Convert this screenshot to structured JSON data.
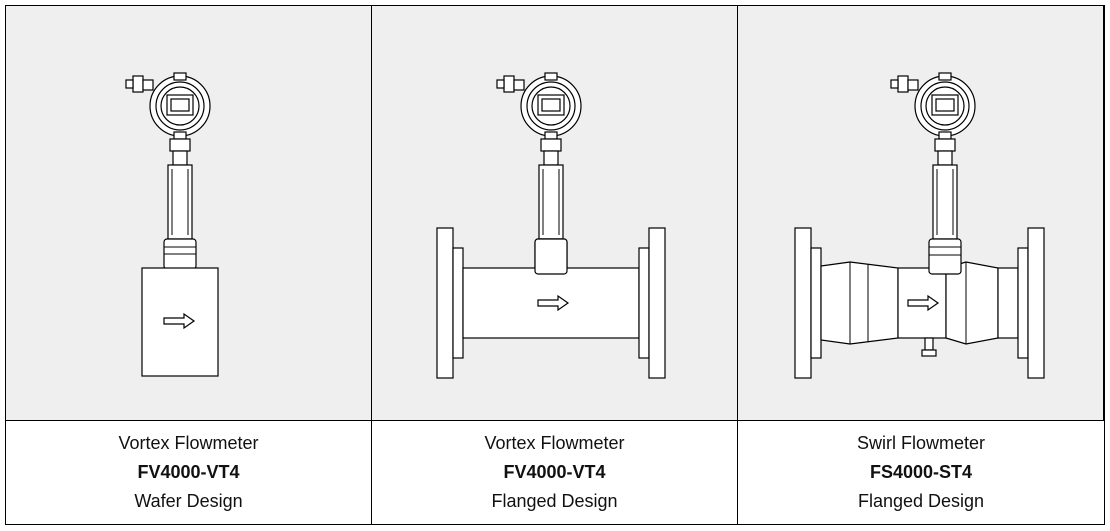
{
  "figures": [
    {
      "type_label": "Vortex Flowmeter",
      "model": "FV4000-VT4",
      "design": "Wafer Design"
    },
    {
      "type_label": "Vortex Flowmeter",
      "model": "FV4000-VT4",
      "design": "Flanged Design"
    },
    {
      "type_label": "Swirl Flowmeter",
      "model": "FS4000-ST4",
      "design": "Flanged Design"
    }
  ]
}
